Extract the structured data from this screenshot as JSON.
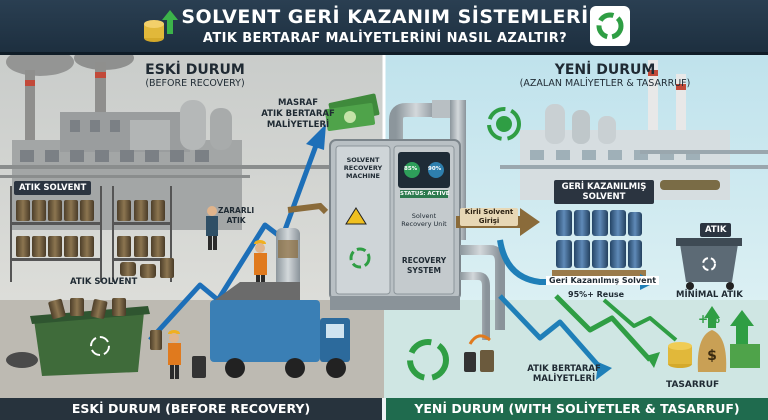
{
  "header": {
    "title": "SOLVENT GERİ KAZANIM SİSTEMLERİ",
    "subtitle": "ATIK BERTARAF MALİYETLERİNİ NASIL AZALTIR?"
  },
  "left_panel": {
    "title": "ESKİ DURUM",
    "subtitle": "(BEFORE RECOVERY)",
    "cost_label": "MASRAF\nATIK BERTARAF\nMALİYETLERİ",
    "atik_solvent_tag": "ATIK SOLVENT",
    "atik_solvent_label": "ATIK SOLVENT",
    "zararli_label": "ZARARLI\nATIK",
    "footer": "ESKİ DURUM (BEFORE RECOVERY)"
  },
  "machine": {
    "title": "SOLVENT\nRECOVERY\nMACHINE",
    "screen_values": [
      "85%",
      "90%"
    ],
    "status": "STATUS: ACTIVE",
    "unit_label": "Solvent\nRecovery Unit",
    "system_label": "RECOVERY\nSYSTEM"
  },
  "right_panel": {
    "title": "YENİ DURUM",
    "subtitle": "(AZALAN MALİYETLER & TASARRUF)",
    "recovered_tag": "GERİ KAZANILMIŞ\nSOLVENT",
    "dirty_input": "Kirli Solvent\nGirişi",
    "recovered_flow": "Geri Kazanılmış Solvent",
    "reuse": "95%+ Reuse",
    "atik_tag": "ATIK",
    "minimal": "MİNİMAL ATIK",
    "cost_label": "ATIK BERTARAF\nMALİYETLERİ",
    "savings": "TASARRUF",
    "percent": "+%",
    "footer": "YENİ DURUM (WITH SOLİYETLER & TASARRUF)"
  },
  "colors": {
    "header_bg": "#23384a",
    "left_bg": "#d9dcd8",
    "right_bg": "#d7eef3",
    "cost_arrow": "#1d6fb8",
    "savings_arrow": "#2f9e44",
    "flow_arrow": "#1f7fb8",
    "barrel": "#6b5a3d",
    "blue_barrel": "#3a5f8a",
    "machine": "#a9b1b6"
  },
  "icons": [
    "money-up-icon",
    "recycle-icon",
    "dollar-cycle-icon",
    "cash-stack-icon",
    "warning-icon",
    "savings-icon"
  ]
}
